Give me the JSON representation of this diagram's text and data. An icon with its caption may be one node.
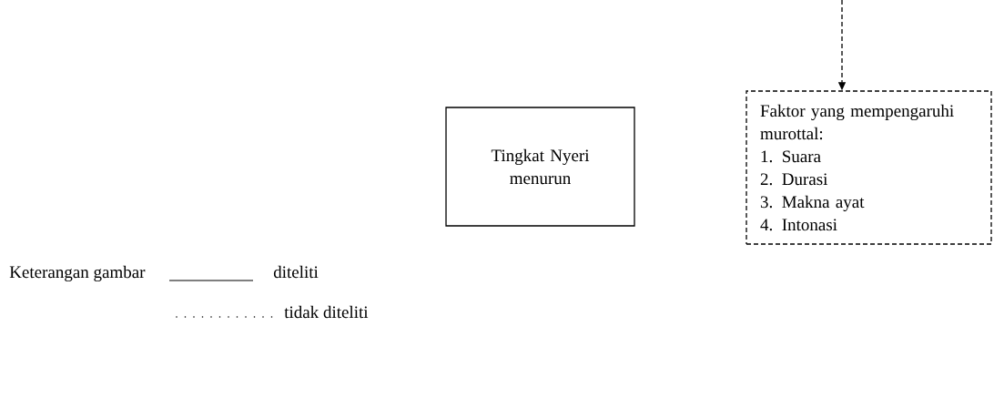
{
  "diagram": {
    "nodes": [
      {
        "text": [
          "Tingkat Nyeri menurun"
        ]
      },
      {
        "text": [
          "Faktor yang mempengaruhi murottal:",
          "1. Suara",
          "2. Durasi",
          "3. Makna ayat",
          "4. Intonasi"
        ]
      }
    ],
    "edges": [
      {
        "from": null,
        "to": 1,
        "arrow": "to",
        "style": "dashed"
      }
    ],
    "labels": [
      "Keterangan gambar"
    ],
    "legend": [
      {
        "text": "diteliti"
      },
      {
        "text": "tidak diteliti"
      }
    ]
  }
}
